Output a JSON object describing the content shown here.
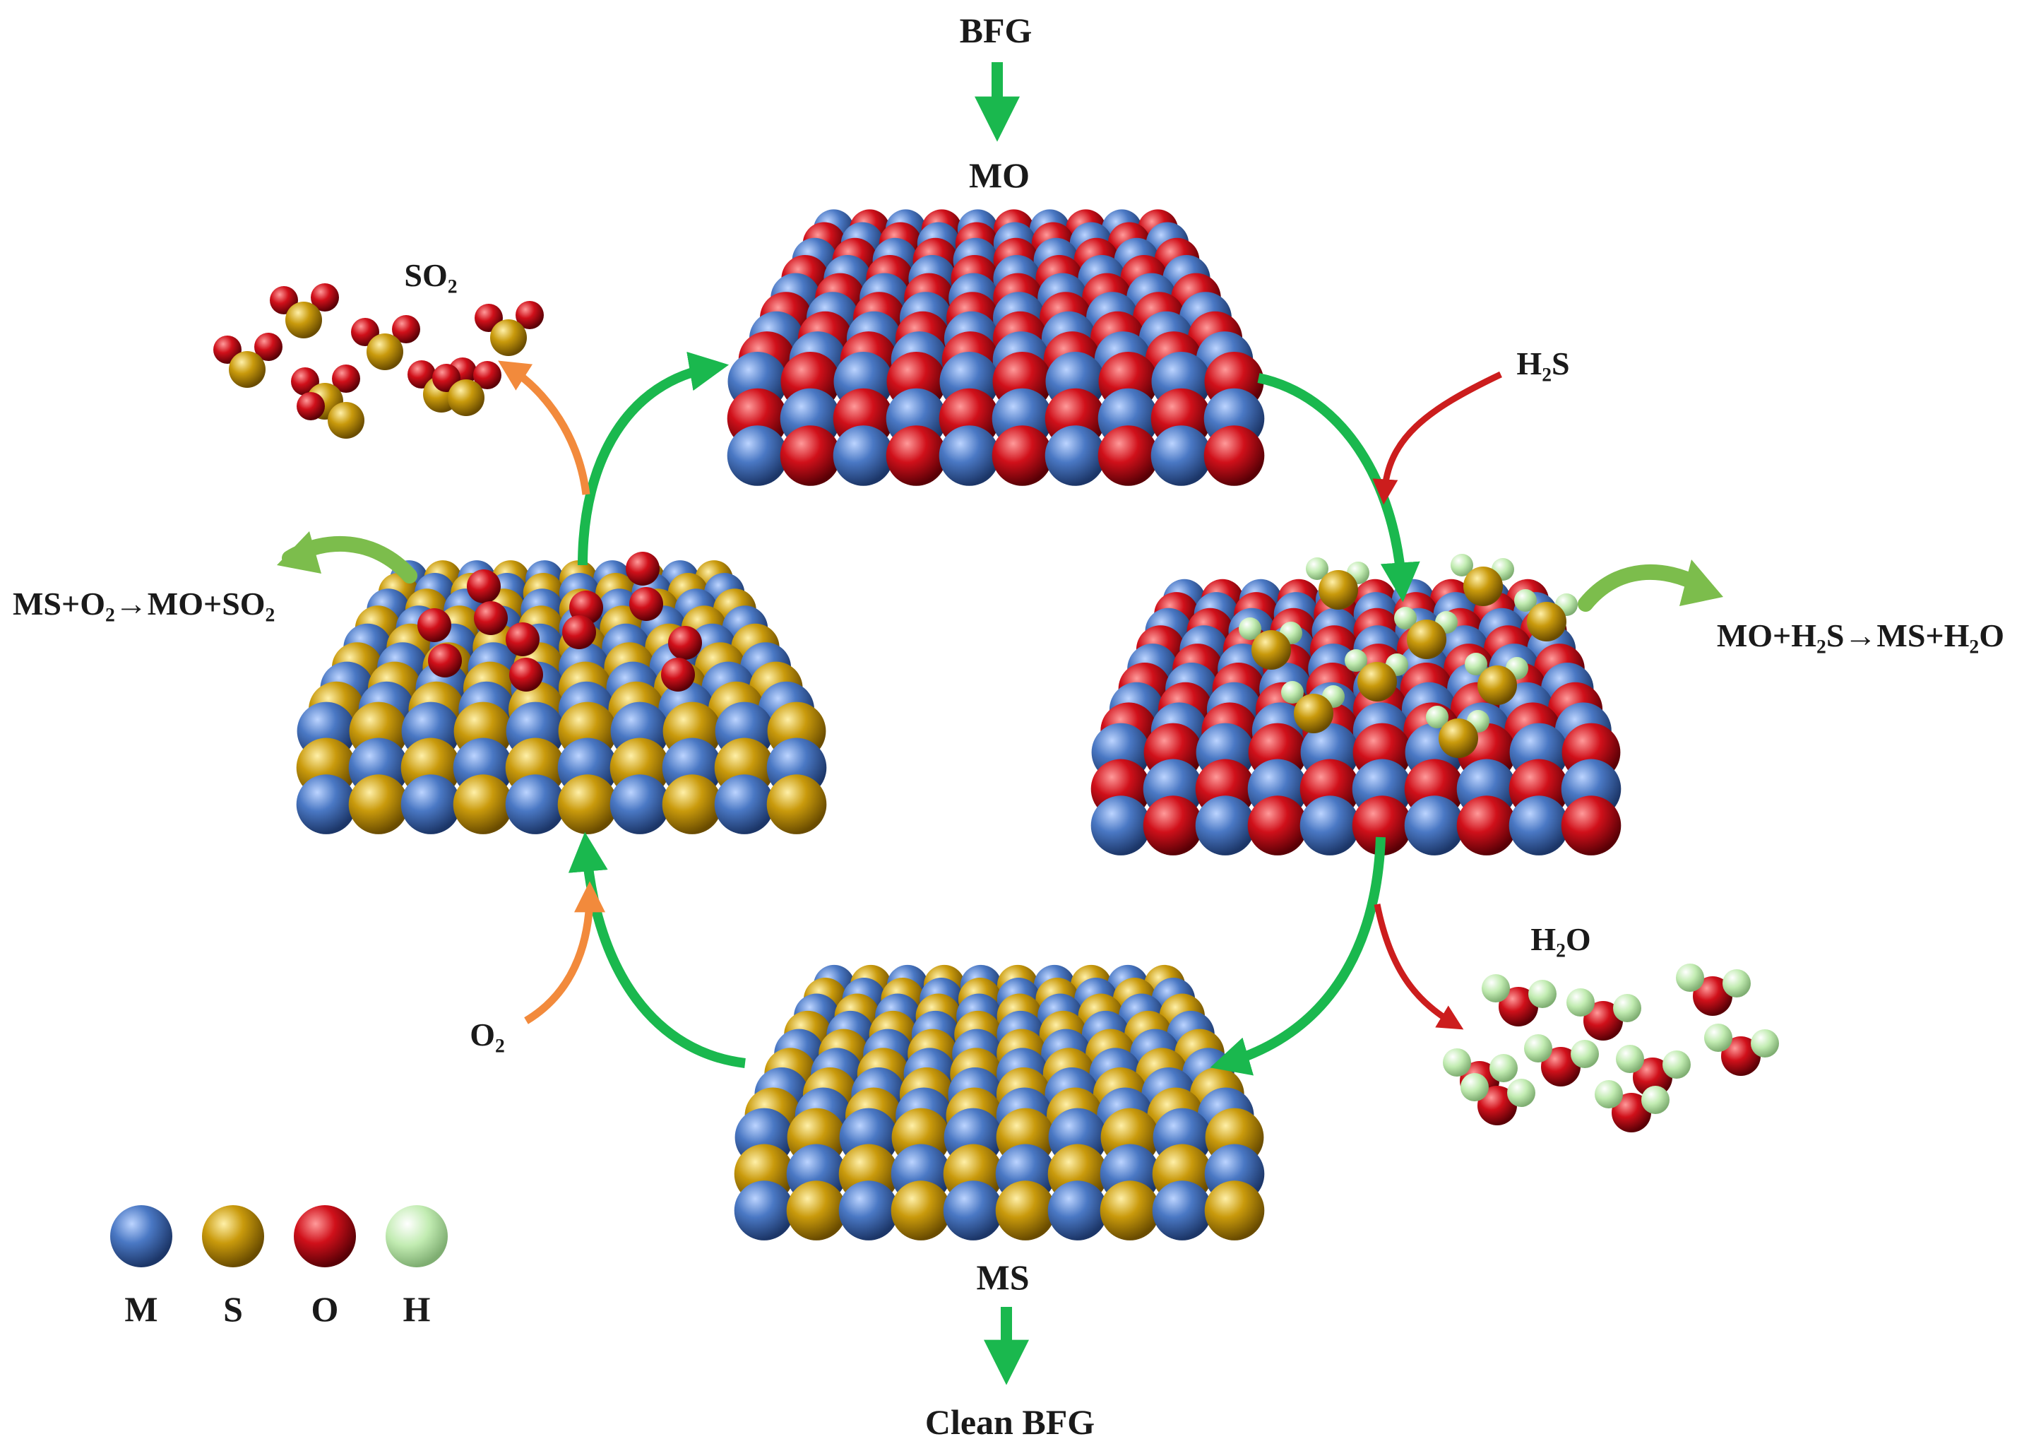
{
  "labels": {
    "feed": "BFG",
    "oxide": "MO",
    "h2s": "H₂S",
    "so2": "SO₂",
    "h2o": "H₂O",
    "o2": "O₂",
    "sulfide": "MS",
    "clean": "Clean BFG",
    "reaction_regen": "MS+O₂→MO+SO₂",
    "reaction_sulfid": "MO+H₂S→MS+H₂O"
  },
  "legend": [
    {
      "symbol": "M",
      "color": "#4a78c4"
    },
    {
      "symbol": "S",
      "color": "#c99a0c"
    },
    {
      "symbol": "O",
      "color": "#d0101a"
    },
    {
      "symbol": "H",
      "color": "#c2ecb2"
    }
  ],
  "colors": {
    "cycle_arrow": "#1ab84e",
    "o2_arrow": "#f28a3c",
    "h2s_arrow": "#cc1d1d",
    "reaction_arrow": "#7cbd4c"
  }
}
